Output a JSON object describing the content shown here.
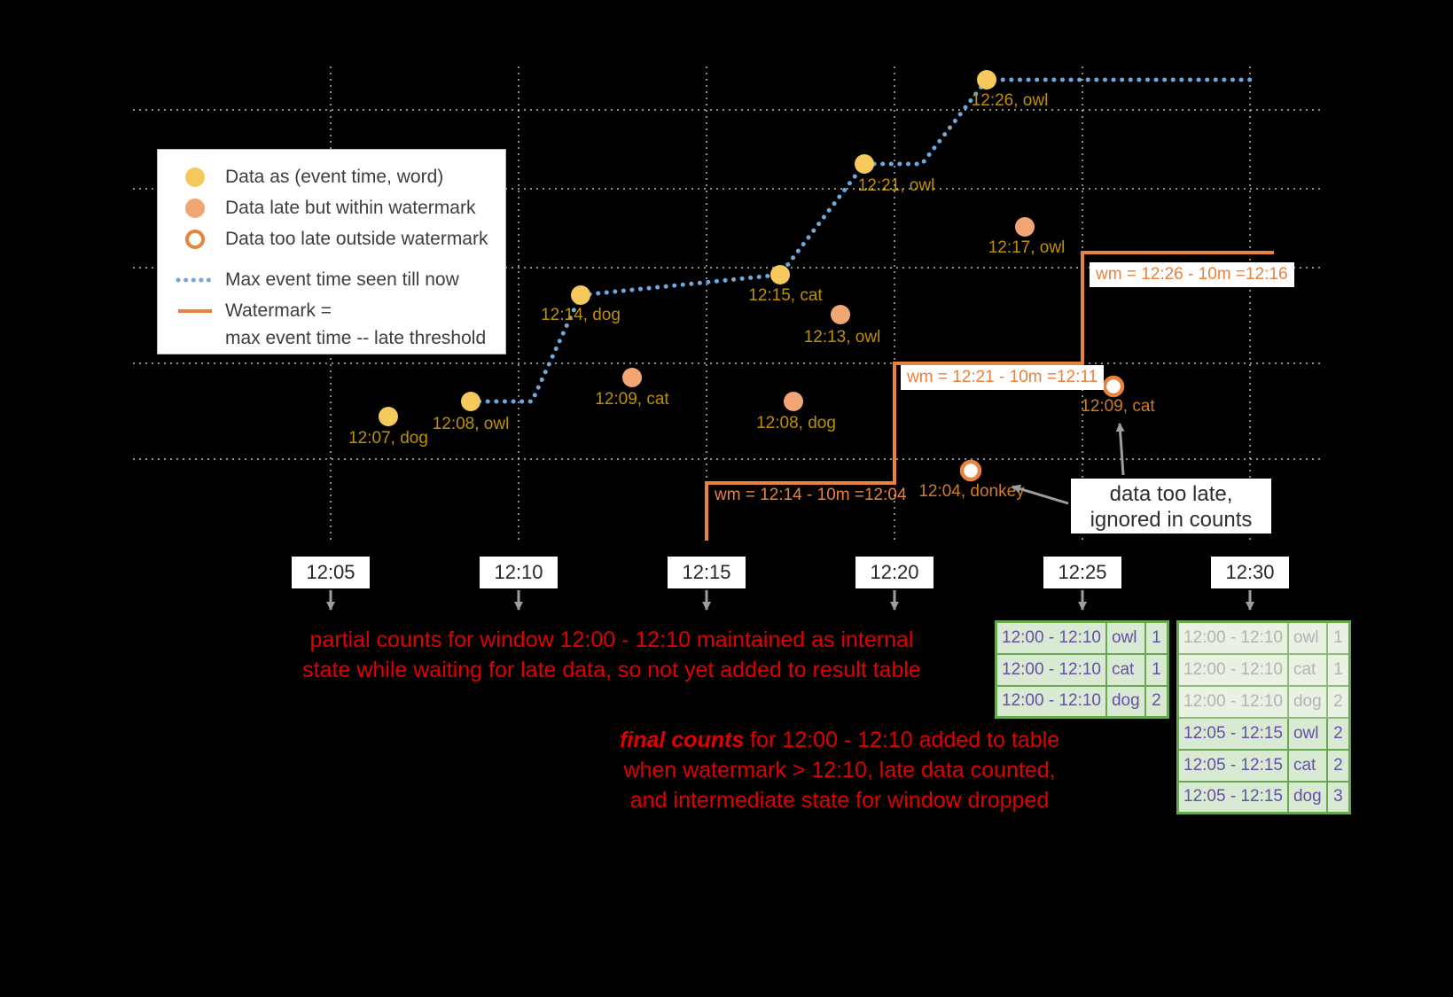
{
  "legend": {
    "data_ontime": "Data as (event time, word)",
    "data_late": "Data late but within watermark",
    "data_too_late": "Data too late outside watermark",
    "max_event_time": "Max event time seen till now",
    "watermark_line1": "Watermark =",
    "watermark_line2": "max event time -- late threshold"
  },
  "axis_ticks": [
    "12:05",
    "12:10",
    "12:15",
    "12:20",
    "12:25",
    "12:30"
  ],
  "points": [
    {
      "label": "12:07, dog",
      "status": "on-time"
    },
    {
      "label": "12:08, owl",
      "status": "on-time"
    },
    {
      "label": "12:14, dog",
      "status": "on-time"
    },
    {
      "label": "12:15, cat",
      "status": "on-time"
    },
    {
      "label": "12:21, owl",
      "status": "on-time"
    },
    {
      "label": "12:26, owl",
      "status": "on-time"
    },
    {
      "label": "12:09, cat",
      "status": "late-within-watermark"
    },
    {
      "label": "12:08, dog",
      "status": "late-within-watermark"
    },
    {
      "label": "12:13, owl",
      "status": "late-within-watermark"
    },
    {
      "label": "12:17, owl",
      "status": "late-within-watermark"
    },
    {
      "label": "12:04, donkey",
      "status": "too-late"
    },
    {
      "label": "12:09, cat",
      "status": "too-late"
    }
  ],
  "watermark_labels": [
    "wm = 12:14 - 10m =12:04",
    "wm = 12:21 - 10m =12:11",
    "wm = 12:26 - 10m =12:16"
  ],
  "annotations": {
    "partial_line1": "partial counts for window 12:00 - 12:10 maintained as internal",
    "partial_line2": "state while waiting for late data, so not yet added  to result table",
    "final_emphasis": "final counts",
    "final_line1_rest": " for 12:00 - 12:10 added to table",
    "final_line2": "when watermark > 12:10, late data counted,",
    "final_line3": "and intermediate state for window dropped",
    "too_late_line1": "data too late,",
    "too_late_line2": "ignored in counts"
  },
  "result_table_1225": {
    "rows": [
      {
        "window": "12:00 - 12:10",
        "word": "owl",
        "count": "1"
      },
      {
        "window": "12:00 - 12:10",
        "word": "cat",
        "count": "1"
      },
      {
        "window": "12:00 - 12:10",
        "word": "dog",
        "count": "2"
      }
    ]
  },
  "result_table_1230": {
    "rows": [
      {
        "window": "12:00 - 12:10",
        "word": "owl",
        "count": "1",
        "state": "faded"
      },
      {
        "window": "12:00 - 12:10",
        "word": "cat",
        "count": "1",
        "state": "faded"
      },
      {
        "window": "12:00 - 12:10",
        "word": "dog",
        "count": "2",
        "state": "faded"
      },
      {
        "window": "12:05 - 12:15",
        "word": "owl",
        "count": "2",
        "state": "new"
      },
      {
        "window": "12:05 - 12:15",
        "word": "cat",
        "count": "2",
        "state": "new"
      },
      {
        "window": "12:05 - 12:15",
        "word": "dog",
        "count": "3",
        "state": "new"
      }
    ]
  },
  "colors": {
    "background": "#000000",
    "ontime_point": "#f6c95c",
    "late_point": "#f2a575",
    "too_late_ring": "#e8823c",
    "max_event_line": "#6fa8dc",
    "watermark_line": "#e8823c",
    "point_label_gold": "#bf9000",
    "annotation_red": "#e00000",
    "table_text": "#674ea7",
    "table_bg": "#d9ead3",
    "table_border": "#6aa84f"
  }
}
